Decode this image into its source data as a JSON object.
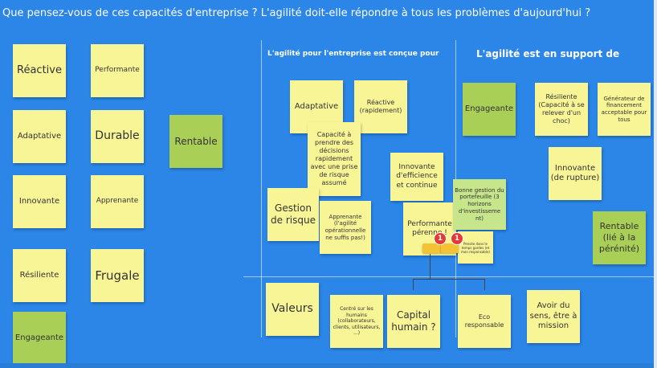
{
  "board": {
    "title": "Que pensez-vous de ces capacités d'entreprise  ? L'agilité doit-elle répondre à tous les problèmes d'aujourd'hui ?",
    "section_left_title": "L'agilité pour l'entreprise est conçue pour",
    "section_right_title": "L'agilité est en support de"
  },
  "colors": {
    "background": "#2b86e8",
    "sticky_yellow": "#f8f597",
    "sticky_green": "#a9cf56",
    "sticky_light_green": "#c7e58b",
    "badge": "#e53935"
  },
  "stickies": {
    "reactive": "Réactive",
    "performante": "Performante",
    "adaptative_left": "Adaptative",
    "durable": "Durable",
    "rentable_mid": "Rentable",
    "innovante_left": "Innovante",
    "apprenante_left": "Apprenante",
    "resiliente_left": "Résiliente",
    "frugale": "Frugale",
    "engageante_left": "Engageante",
    "adaptative_center": "Adaptative",
    "reactive_rapidement": "Réactive (rapidement)",
    "capacite_decisions": "Capacité à prendre des décisions rapidement avec une prise de risque assumé",
    "gestion_risque": "Gestion de risque",
    "apprenante_center": "Apprenante (l'agilité opérationnelle ne suffis pas!)",
    "innovante_efficience": "Innovante d'efficience et continue",
    "performante_perenne": "Performante pérenne !",
    "bonne_gestion": "Bonne gestion du portefeuille (3 horizons d'investisseme nt)",
    "small_note": "Pensée dans le temps gardes (et mon responsable)",
    "engageante_right": "Engageante",
    "resiliente_right": "Résiliente (Capacité à se relever d'un choc)",
    "generateur": "Générateur de financement acceptable pour tous",
    "innovante_rupture": "Innovante (de rupture)",
    "rentable_right": "Rentable (lié à la pérénité)",
    "valeurs": "Valeurs",
    "centre_humains": "Centré sur les humains (collaborateurs, clients, utilisateurs, ...)",
    "capital_humain": "Capital humain ?",
    "eco_responsable": "Eco responsable",
    "avoir_sens": "Avoir du sens, être à mission"
  },
  "comments": {
    "count_1": "1",
    "count_2": "1"
  }
}
